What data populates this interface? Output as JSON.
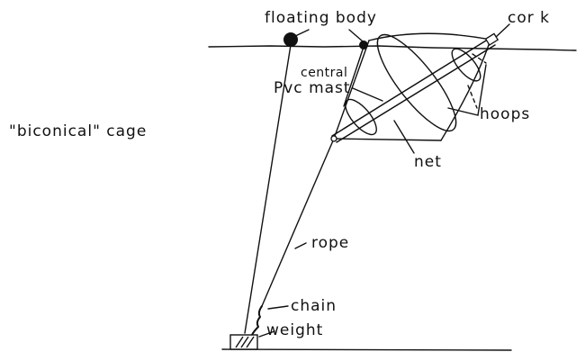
{
  "title_label": "\"biconical\" cage",
  "labels": {
    "floating_body": "floating body",
    "cork": "cor k",
    "central": "central",
    "pvc_mast": "Pvc mast",
    "hoops": "hoops",
    "net": "net",
    "rope": "rope",
    "chain": "chain",
    "weight": "weight"
  },
  "colors": {
    "ink": "#111111",
    "background": "#ffffff"
  }
}
